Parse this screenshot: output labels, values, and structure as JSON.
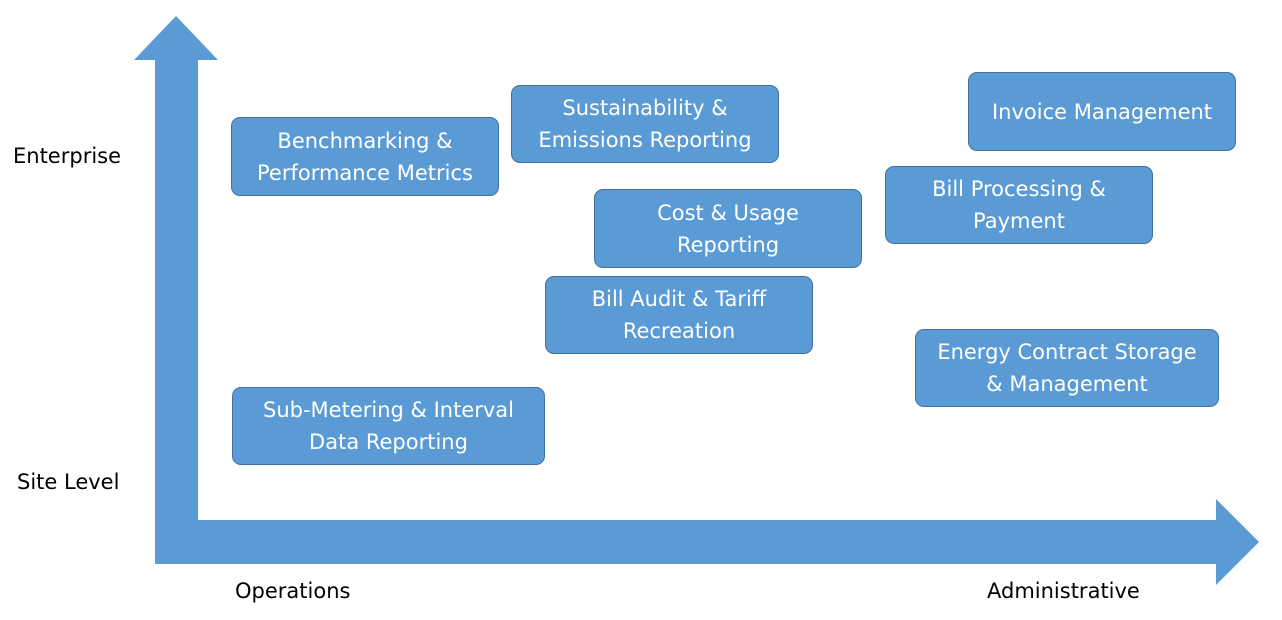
{
  "colors": {
    "axis_fill": "#5b9bd5",
    "box_fill": "#5b9bd5",
    "box_border": "#41719c",
    "box_text": "#ffffff",
    "label_text": "#000000"
  },
  "axes": {
    "y_top_label": "Enterprise",
    "y_bottom_label": "Site Level",
    "x_left_label": "Operations",
    "x_right_label": "Administrative"
  },
  "boxes": {
    "benchmarking": {
      "line1": "Benchmarking &",
      "line2": "Performance Metrics"
    },
    "sustainability": {
      "line1": "Sustainability &",
      "line2": "Emissions Reporting"
    },
    "cost_usage": {
      "line1": "Cost & Usage",
      "line2": "Reporting"
    },
    "bill_audit": {
      "line1": "Bill Audit & Tariff",
      "line2": "Recreation"
    },
    "sub_metering": {
      "line1": "Sub-Metering & Interval",
      "line2": "Data Reporting"
    },
    "invoice_management": {
      "line1": "Invoice Management"
    },
    "bill_processing": {
      "line1": "Bill Processing &",
      "line2": "Payment"
    },
    "energy_contract": {
      "line1": "Energy Contract Storage",
      "line2": "& Management"
    }
  }
}
